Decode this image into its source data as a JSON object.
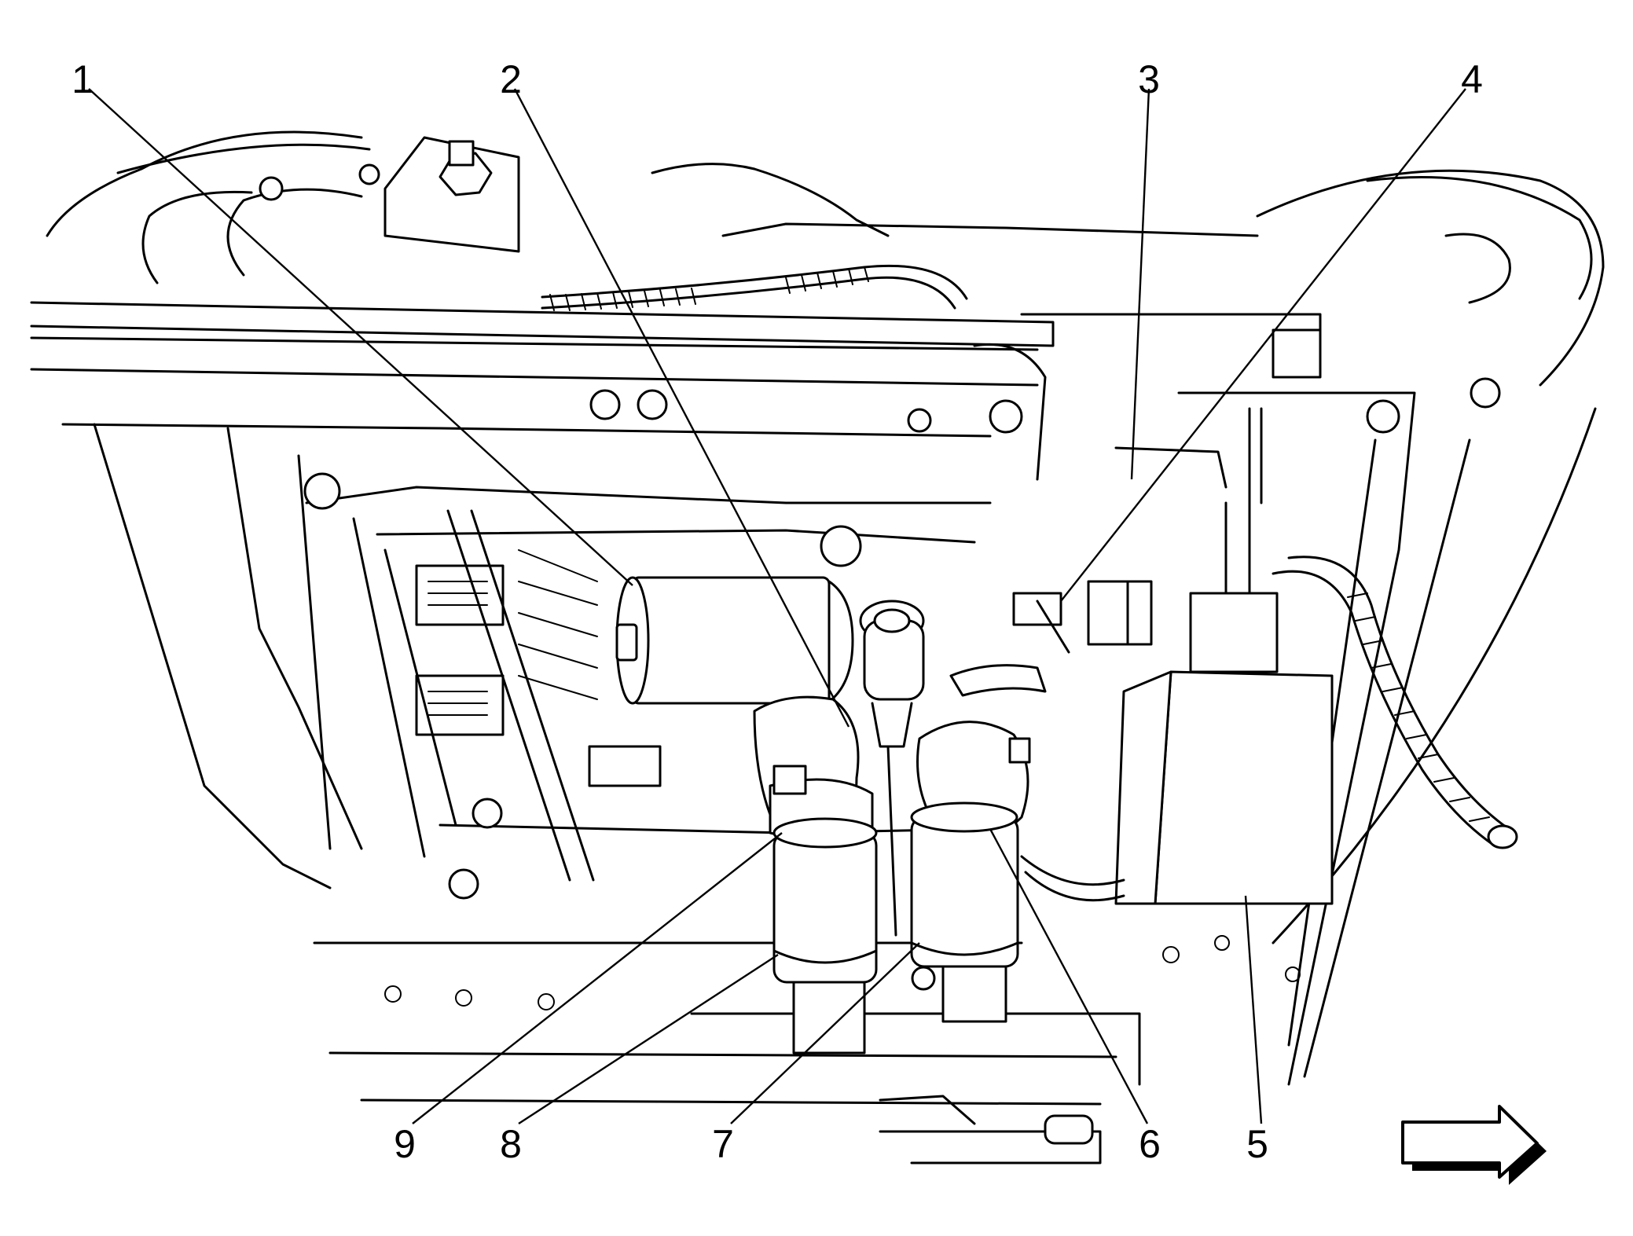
{
  "callouts": [
    {
      "id": "1",
      "label": "1"
    },
    {
      "id": "2",
      "label": "2"
    },
    {
      "id": "3",
      "label": "3"
    },
    {
      "id": "4",
      "label": "4"
    },
    {
      "id": "5",
      "label": "5"
    },
    {
      "id": "6",
      "label": "6"
    },
    {
      "id": "7",
      "label": "7"
    },
    {
      "id": "8",
      "label": "8"
    },
    {
      "id": "9",
      "label": "9"
    }
  ],
  "direction_arrow": {
    "icon": "right-arrow-icon",
    "points": "right"
  },
  "colors": {
    "line": "#000000",
    "background": "#ffffff"
  }
}
